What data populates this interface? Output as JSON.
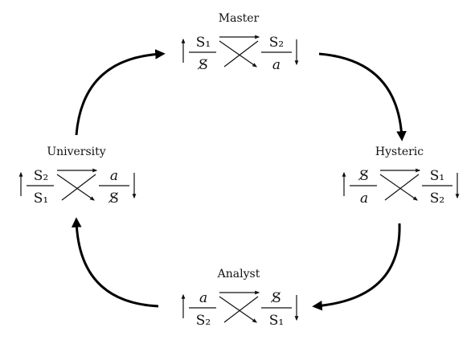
{
  "colors": {
    "ink": "#111111",
    "background": "#ffffff"
  },
  "discourses": [
    {
      "key": "master",
      "title": "Master",
      "agent": "S₁",
      "truth": "S̸",
      "other": "S₂",
      "product": "a"
    },
    {
      "key": "hysteric",
      "title": "Hysteric",
      "agent": "S̸",
      "truth": "a",
      "other": "S₁",
      "product": "S₂"
    },
    {
      "key": "analyst",
      "title": "Analyst",
      "agent": "a",
      "truth": "S₂",
      "other": "S̸",
      "product": "S₁"
    },
    {
      "key": "university",
      "title": "University",
      "agent": "S₂",
      "truth": "S₁",
      "other": "a",
      "product": "S̸"
    }
  ],
  "cycle": [
    "master",
    "hysteric",
    "analyst",
    "university"
  ]
}
